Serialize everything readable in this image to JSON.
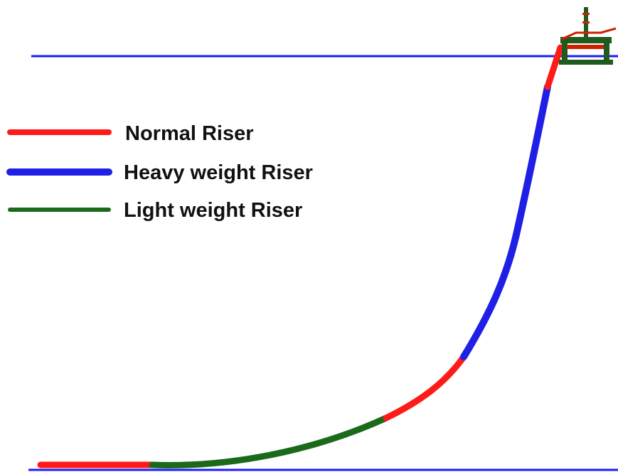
{
  "legend": {
    "items": [
      {
        "label": "Normal Riser",
        "color": "#ff1a1a"
      },
      {
        "label": "Heavy weight Riser",
        "color": "#1f1fe6"
      },
      {
        "label": "Light weight Riser",
        "color": "#1a6a1a"
      }
    ]
  },
  "colors": {
    "sea_surface": "#1a1aff",
    "seabed": "#1a1aff",
    "platform": "#1f5a1f",
    "platform_accent": "#cc2200"
  },
  "icons": {
    "platform": "floating-platform-icon"
  }
}
